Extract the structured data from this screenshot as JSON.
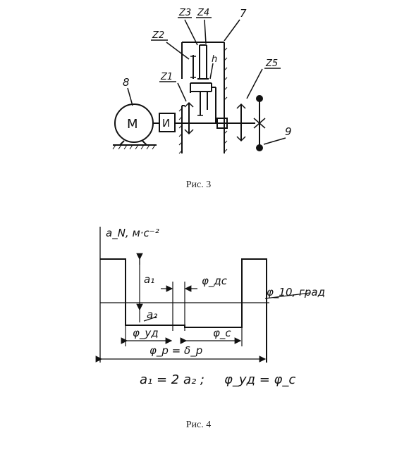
{
  "figure3": {
    "caption": "Рис. 3",
    "labels": {
      "z1": "Z1",
      "z2": "Z2",
      "z3": "Z3",
      "z4": "Z4",
      "z5": "Z5",
      "seven": "7",
      "eight": "8",
      "nine": "9",
      "h": "h",
      "motor": "M",
      "coupling": "И"
    }
  },
  "figure4": {
    "caption": "Рис. 4",
    "labels": {
      "y_axis": "a_N, м·с⁻²",
      "x_axis": "φ_10, град",
      "a1": "a₁",
      "a2": "a₂",
      "phi_ds": "φ_дс",
      "phi_ud": "φ_уд",
      "phi_c": "φ_с",
      "phi_p": "φ_р = δ_р",
      "eq1": "a₁ = 2 a₂ ;",
      "eq2": "φ_уд = φ_с"
    }
  }
}
